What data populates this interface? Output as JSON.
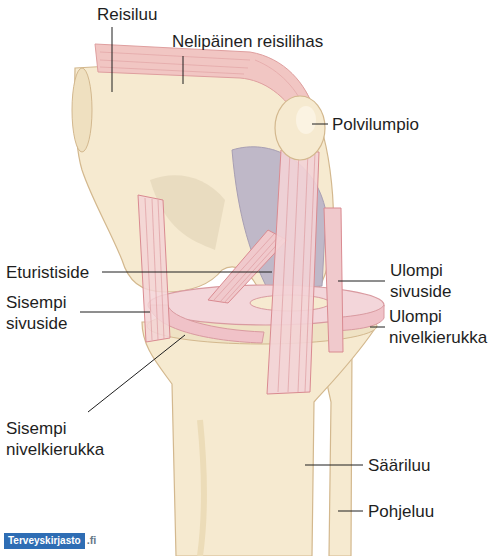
{
  "diagram": {
    "labels": [
      "Reisiluu",
      "Nelipäinen reisilihas",
      "Polvilumpio",
      "Eturistiside",
      "Sisempi sivuside",
      "Ulompi sivuside",
      "Ulompi nivelkierukka",
      "Sisempi nivelkierukka",
      "Sääriluu",
      "Pohjeluu",
      "Terveyskirjasto",
      ".fi"
    ]
  }
}
